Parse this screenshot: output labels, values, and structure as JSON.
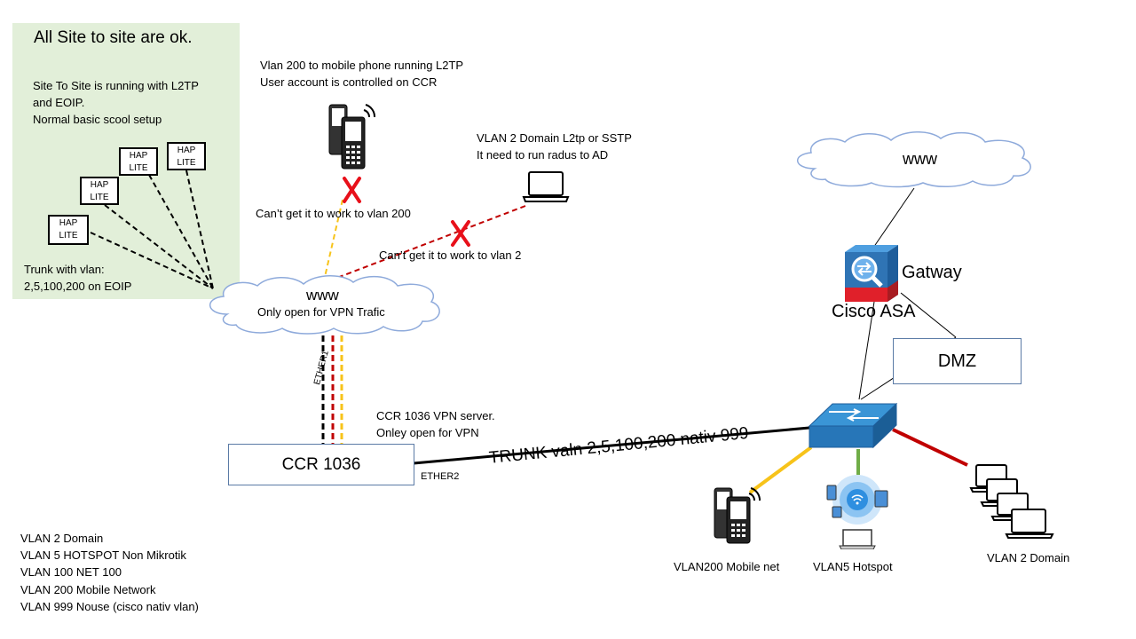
{
  "colors": {
    "green_panel": "#e2efd9",
    "cloud_stroke": "#8eaadb",
    "red_link": "#c00000",
    "yellow_link": "#f7c31a",
    "green_link": "#70ad47",
    "asa_red": "#e0202a",
    "asa_blue": "#2f74b5",
    "switch_blue": "#2e86c1"
  },
  "green_panel": {
    "title": "All Site to site are ok.",
    "description_lines": [
      "Site To Site is running with L2TP",
      "and EOIP.",
      "Normal basic scool setup"
    ],
    "hap_boxes": [
      {
        "line1": "HAP",
        "line2": "LITE"
      },
      {
        "line1": "HAP",
        "line2": "LITE"
      },
      {
        "line1": "HAP",
        "line2": "LITE"
      },
      {
        "line1": "HAP",
        "line2": "LITE"
      }
    ],
    "trunk_lines": [
      "Trunk with vlan:",
      "2,5,100,200 on EOIP"
    ]
  },
  "top_notes": {
    "vlan200_lines": [
      "Vlan 200 to mobile phone running L2TP",
      "User account is controlled on CCR"
    ],
    "vlan2_lines": [
      "VLAN 2 Domain L2tp or SSTP",
      "It need to run radus to AD"
    ],
    "fail_vlan200": "Can’t get it to work to vlan 200",
    "fail_vlan2": "Can’t get it to work to vlan 2"
  },
  "cloud_left": {
    "title": "www",
    "subtitle": "Only open for VPN Trafic"
  },
  "cloud_right": {
    "title": "www"
  },
  "ccr": {
    "label": "CCR 1036",
    "note_lines": [
      "CCR 1036 VPN server.",
      "Onley open for VPN"
    ],
    "ether1": "ETHER1",
    "ether2": "ETHER2"
  },
  "trunk_label": "TRUNK valn 2,5,100,200 nativ 999",
  "asa": {
    "gateway": "Gatway",
    "name": "Cisco ASA"
  },
  "dmz": "DMZ",
  "endpoints": {
    "mobile": "VLAN200 Mobile net",
    "hotspot": "VLAN5 Hotspot",
    "domain": "VLAN 2 Domain"
  },
  "vlan_legend": [
    "VLAN 2 Domain",
    "VLAN 5 HOTSPOT Non Mikrotik",
    "VLAN 100 NET 100",
    "VLAN 200 Mobile Network",
    "VLAN 999 Nouse (cisco nativ vlan)"
  ]
}
